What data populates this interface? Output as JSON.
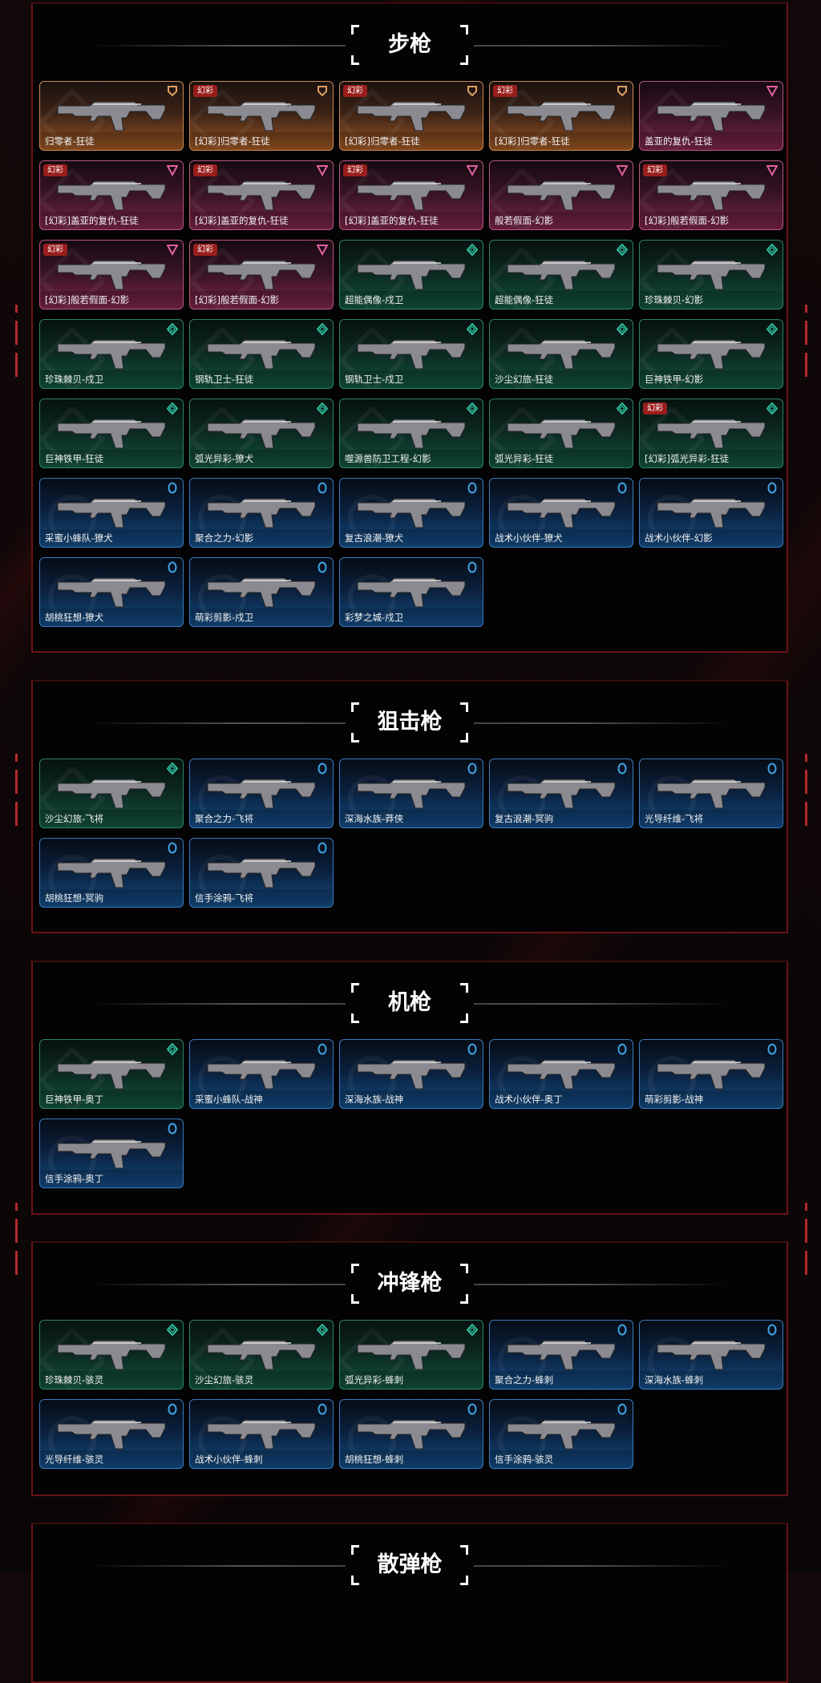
{
  "badge_label": "幻彩",
  "tier_colors": {
    "gold": "#e0a060",
    "pink": "#e060a0",
    "green": "#30c0a0",
    "blue": "#40a0e0"
  },
  "sections": [
    {
      "title": "步枪",
      "items": [
        {
          "name": "归零者-狂徒",
          "tier": "gold",
          "badge": false
        },
        {
          "name": "[幻彩]归零者-狂徒",
          "tier": "gold",
          "badge": true
        },
        {
          "name": "[幻彩]归零者-狂徒",
          "tier": "gold",
          "badge": true
        },
        {
          "name": "[幻彩]归零者-狂徒",
          "tier": "gold",
          "badge": true
        },
        {
          "name": "盖亚的复仇-狂徒",
          "tier": "pink",
          "badge": false
        },
        {
          "name": "[幻彩]盖亚的复仇-狂徒",
          "tier": "pink",
          "badge": true
        },
        {
          "name": "[幻彩]盖亚的复仇-狂徒",
          "tier": "pink",
          "badge": true
        },
        {
          "name": "[幻彩]盖亚的复仇-狂徒",
          "tier": "pink",
          "badge": true
        },
        {
          "name": "般若假面-幻影",
          "tier": "pink",
          "badge": false
        },
        {
          "name": "[幻彩]般若假面-幻影",
          "tier": "pink",
          "badge": true
        },
        {
          "name": "[幻彩]般若假面-幻影",
          "tier": "pink",
          "badge": true
        },
        {
          "name": "[幻彩]般若假面-幻影",
          "tier": "pink",
          "badge": true
        },
        {
          "name": "超能偶像-戍卫",
          "tier": "green",
          "badge": false
        },
        {
          "name": "超能偶像-狂徒",
          "tier": "green",
          "badge": false
        },
        {
          "name": "珍珠棘贝-幻影",
          "tier": "green",
          "badge": false
        },
        {
          "name": "珍珠棘贝-戍卫",
          "tier": "green",
          "badge": false
        },
        {
          "name": "钢轨卫士-狂徒",
          "tier": "green",
          "badge": false
        },
        {
          "name": "钢轨卫士-戍卫",
          "tier": "green",
          "badge": false
        },
        {
          "name": "沙尘幻旅-狂徒",
          "tier": "green",
          "badge": false
        },
        {
          "name": "巨神铁甲-幻影",
          "tier": "green",
          "badge": false
        },
        {
          "name": "巨神铁甲-狂徒",
          "tier": "green",
          "badge": false
        },
        {
          "name": "弧光异彩-獠犬",
          "tier": "green",
          "badge": false
        },
        {
          "name": "噬源兽防卫工程-幻影",
          "tier": "green",
          "badge": false
        },
        {
          "name": "弧光异彩-狂徒",
          "tier": "green",
          "badge": false
        },
        {
          "name": "[幻彩]弧光异彩-狂徒",
          "tier": "green",
          "badge": true
        },
        {
          "name": "采蜜小蜂队-獠犬",
          "tier": "blue",
          "badge": false
        },
        {
          "name": "聚合之力-幻影",
          "tier": "blue",
          "badge": false
        },
        {
          "name": "复古浪潮-獠犬",
          "tier": "blue",
          "badge": false
        },
        {
          "name": "战术小伙伴-獠犬",
          "tier": "blue",
          "badge": false
        },
        {
          "name": "战术小伙伴-幻影",
          "tier": "blue",
          "badge": false
        },
        {
          "name": "胡桃狂想-獠犬",
          "tier": "blue",
          "badge": false
        },
        {
          "name": "萌彩剪影-戍卫",
          "tier": "blue",
          "badge": false
        },
        {
          "name": "彩梦之城-戍卫",
          "tier": "blue",
          "badge": false
        }
      ]
    },
    {
      "title": "狙击枪",
      "items": [
        {
          "name": "沙尘幻旅-飞将",
          "tier": "green",
          "badge": false
        },
        {
          "name": "聚合之力-飞将",
          "tier": "blue",
          "badge": false
        },
        {
          "name": "深海水族-莽侠",
          "tier": "blue",
          "badge": false
        },
        {
          "name": "复古浪潮-冥驹",
          "tier": "blue",
          "badge": false
        },
        {
          "name": "光导纤维-飞将",
          "tier": "blue",
          "badge": false
        },
        {
          "name": "胡桃狂想-冥驹",
          "tier": "blue",
          "badge": false
        },
        {
          "name": "信手涂鸦-飞将",
          "tier": "blue",
          "badge": false
        }
      ]
    },
    {
      "title": "机枪",
      "items": [
        {
          "name": "巨神铁甲-奥丁",
          "tier": "green",
          "badge": false
        },
        {
          "name": "采蜜小蜂队-战神",
          "tier": "blue",
          "badge": false
        },
        {
          "name": "深海水族-战神",
          "tier": "blue",
          "badge": false
        },
        {
          "name": "战术小伙伴-奥丁",
          "tier": "blue",
          "badge": false
        },
        {
          "name": "萌彩剪影-战神",
          "tier": "blue",
          "badge": false
        },
        {
          "name": "信手涂鸦-奥丁",
          "tier": "blue",
          "badge": false
        }
      ]
    },
    {
      "title": "冲锋枪",
      "items": [
        {
          "name": "珍珠棘贝-骇灵",
          "tier": "green",
          "badge": false
        },
        {
          "name": "沙尘幻旅-骇灵",
          "tier": "green",
          "badge": false
        },
        {
          "name": "弧光异彩-蜂刺",
          "tier": "green",
          "badge": false
        },
        {
          "name": "聚合之力-蜂刺",
          "tier": "blue",
          "badge": false
        },
        {
          "name": "深海水族-蜂刺",
          "tier": "blue",
          "badge": false
        },
        {
          "name": "光导纤维-骇灵",
          "tier": "blue",
          "badge": false
        },
        {
          "name": "战术小伙伴-蜂刺",
          "tier": "blue",
          "badge": false
        },
        {
          "name": "胡桃狂想-蜂刺",
          "tier": "blue",
          "badge": false
        },
        {
          "name": "信手涂鸦-骇灵",
          "tier": "blue",
          "badge": false
        }
      ]
    },
    {
      "title": "散弹枪",
      "items": []
    }
  ]
}
